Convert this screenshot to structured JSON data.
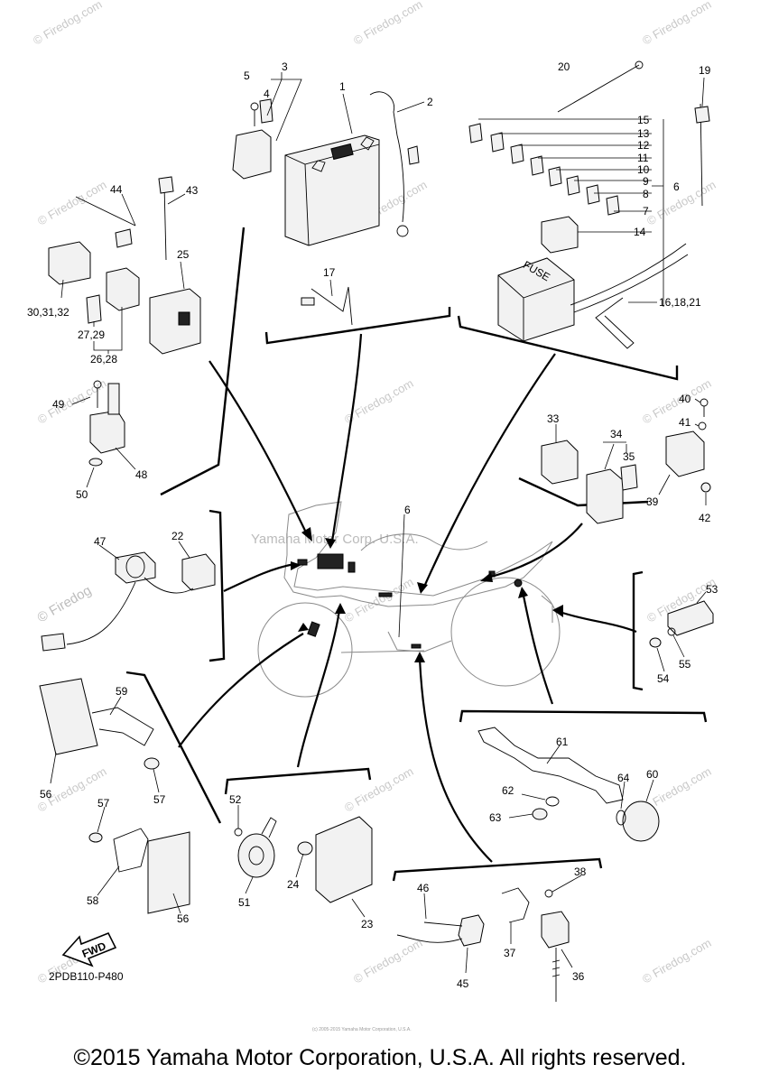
{
  "diagram_id": "2PDB110-P480",
  "fwd_label": "FWD",
  "watermark_top": "Yamaha Motor Corp. U.S.A.",
  "watermark_site": "© Firedog.com",
  "watermark_center": "© Firedog",
  "tiny_note": "(c) 2005-2015 Yamaha Motor Corporation, U.S.A.",
  "copyright": "©2015 Yamaha Motor Corporation, U.S.A. All rights reserved.",
  "callouts": {
    "c1": "1",
    "c2": "2",
    "c3": "3",
    "c4": "4",
    "c5": "5",
    "c6a": "6",
    "c6b": "6",
    "c7": "7",
    "c8": "8",
    "c9": "9",
    "c10": "10",
    "c11": "11",
    "c12": "12",
    "c13": "13",
    "c14": "14",
    "c15": "15",
    "c16_18_21": "16,18,21",
    "c17": "17",
    "c19": "19",
    "c20": "20",
    "c22": "22",
    "c23": "23",
    "c24": "24",
    "c25": "25",
    "c26_28": "26,28",
    "c27_29": "27,29",
    "c30_31_32": "30,31,32",
    "c33": "33",
    "c34": "34",
    "c35": "35",
    "c36": "36",
    "c37": "37",
    "c38": "38",
    "c39": "39",
    "c40": "40",
    "c41": "41",
    "c42": "42",
    "c43": "43",
    "c44": "44",
    "c45": "45",
    "c46": "46",
    "c47": "47",
    "c48": "48",
    "c49": "49",
    "c50": "50",
    "c51": "51",
    "c52": "52",
    "c53": "53",
    "c54": "54",
    "c55": "55",
    "c56a": "56",
    "c56b": "56",
    "c57a": "57",
    "c57b": "57",
    "c58": "58",
    "c59": "59",
    "c60": "60",
    "c61": "61",
    "c62": "62",
    "c63": "63",
    "c64": "64"
  },
  "fuse_box_label": "FUSE"
}
